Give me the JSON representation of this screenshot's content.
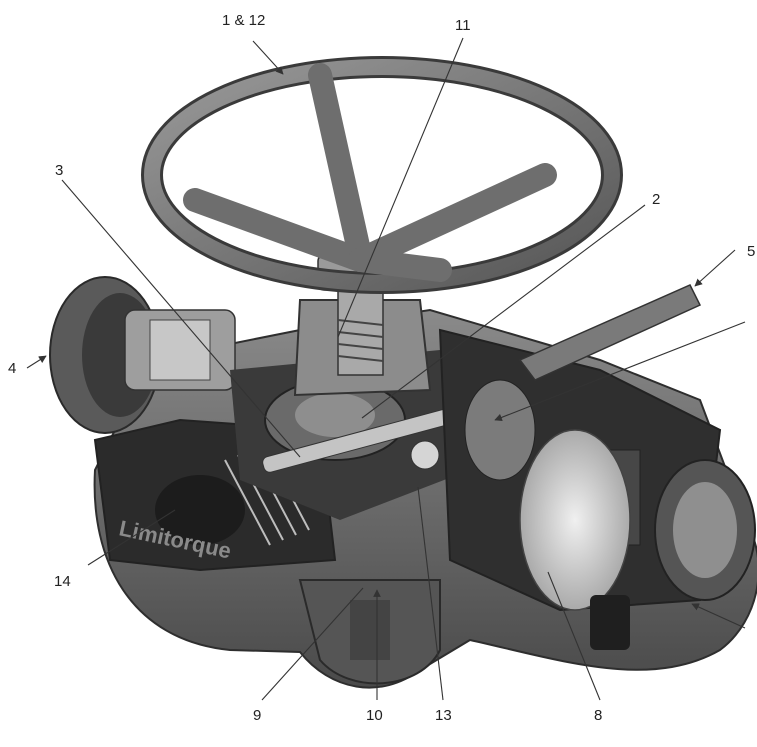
{
  "callouts": {
    "c1_12": "1 & 12",
    "c11": "11",
    "c3": "3",
    "c2": "2",
    "c5": "5",
    "c4": "4",
    "c14": "14",
    "c9": "9",
    "c10": "10",
    "c13": "13",
    "c8": "8"
  },
  "housing_brand": "Limitorque",
  "colors": {
    "housing": "#6f6f6f",
    "housing_dark": "#3d3d3d",
    "metal": "#b9b9b9",
    "interior": "#2a2a2a",
    "disc": "#d8d8d8"
  }
}
